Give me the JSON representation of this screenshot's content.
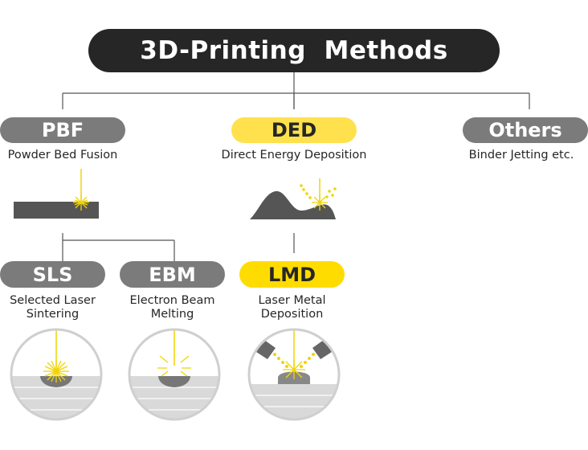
{
  "title": "3D-Printing  Methods",
  "categories": {
    "pbf": {
      "label": "PBF",
      "description": "Powder Bed Fusion"
    },
    "ded": {
      "label": "DED",
      "description": "Direct Energy Deposition"
    },
    "others": {
      "label": "Others",
      "description": "Binder Jetting etc."
    }
  },
  "subtypes": {
    "sls": {
      "label": "SLS",
      "description_line1": "Selected Laser",
      "description_line2": "Sintering"
    },
    "ebm": {
      "label": "EBM",
      "description_line1": "Electron Beam",
      "description_line2": "Melting"
    },
    "lmd": {
      "label": "LMD",
      "description_line1": "Laser Metal",
      "description_line2": "Deposition"
    }
  },
  "colors": {
    "dark": "#262626",
    "gray": "#7b7b7b",
    "yellow_light": "#ffe14d",
    "yellow": "#ffdc00",
    "laser": "#f2d400"
  }
}
